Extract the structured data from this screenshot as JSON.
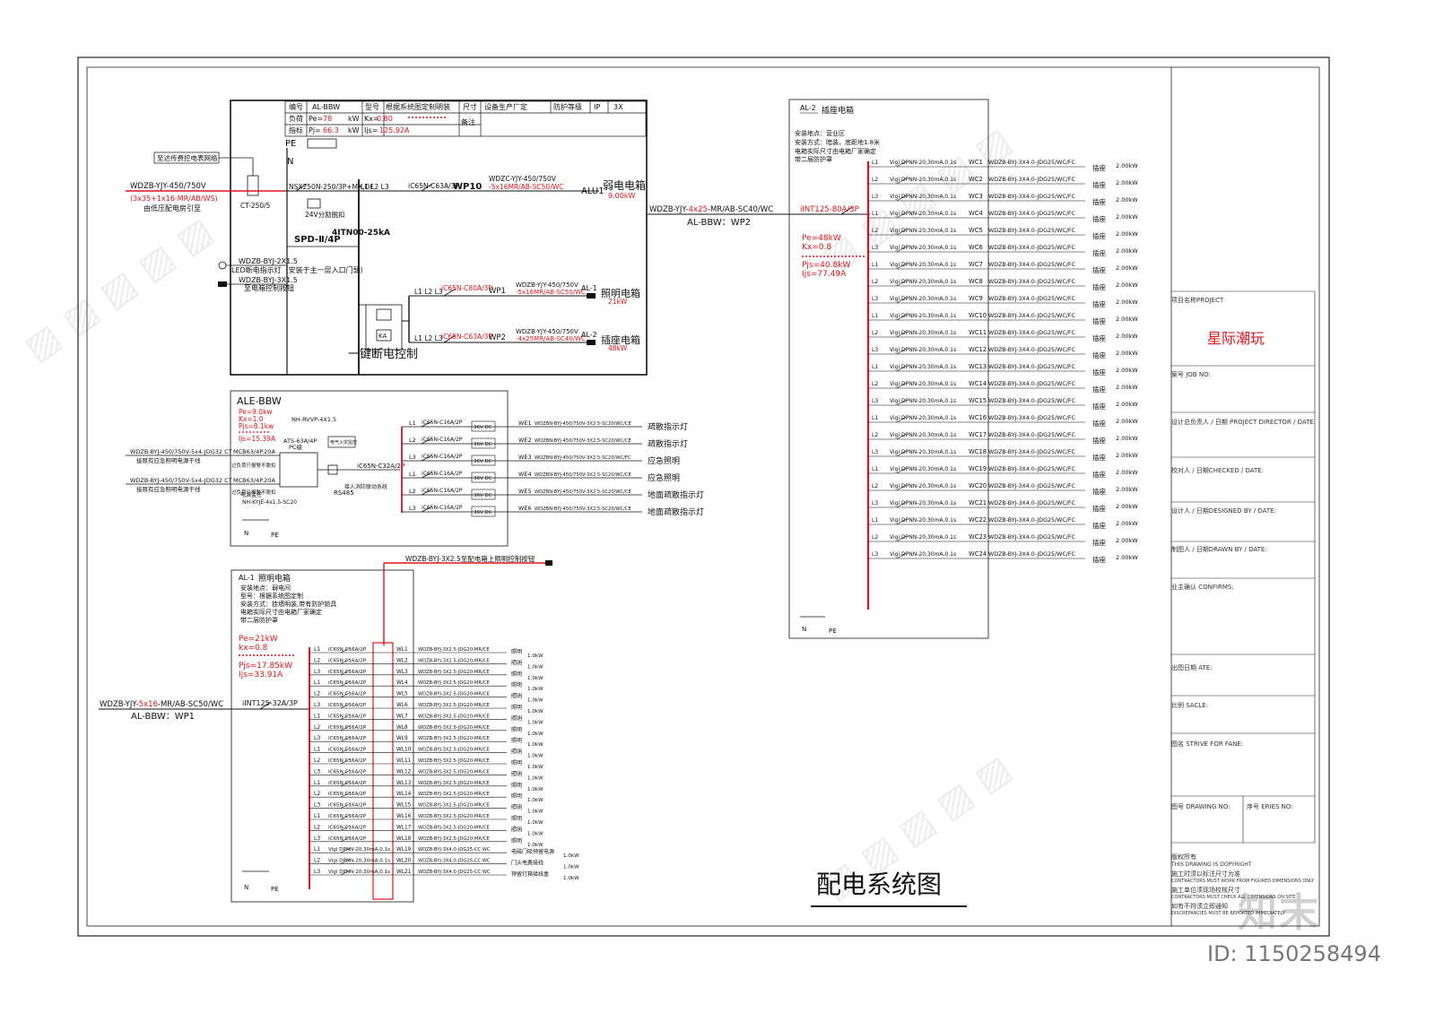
{
  "drawing_title": "配电系统图",
  "project_name": "星际潮玩",
  "id_line": "ID: 1150258494",
  "brand_mark": "知末",
  "colors": {
    "red": "#e0141a",
    "line": "#111111"
  },
  "title_block": {
    "project_label": "项目名称PROJECT",
    "job_label": "案号 JOB NO:",
    "director_label": "设计总负责人 / 日期 PROJECT DIRECTOR / DATE:",
    "checked_label": "校对人 / 日期CHECKED / DATE:",
    "designed_label": "设计人 / 日期DESIGNED BY / DATE:",
    "drawn_label": "制图人 / 日期DRAWN BY / DATE:",
    "confirm_label": "业主确认 CONFIRMS:",
    "date_label": "出图日期 ATE:",
    "scale_label": "比例 SACLE:",
    "name_label": "图名 STRIVE FOR FANE:",
    "drawing_no_label": "图号 DRAWING NO:",
    "series_label": "序号 ERIES NO:",
    "copyright": [
      "版权所有",
      "THIS DRAWING IS DOPYRIGHT",
      "施工时须以标注尺寸为准",
      "CONTRACTORS MUST WORK FROM FIGURED DIMENSIONS ONLY",
      "施工单位须现场校核尺寸",
      "CONTRACTORS MUST CHECK ALL DIMENSIONS ON SITE",
      "如有不符须立即通知",
      "DISCREPANCIES MUST BE REPORTED IMMEDIATELY"
    ]
  },
  "main_panel": {
    "table_row1": [
      "编号",
      "AL-BBW",
      "型号",
      "根据系统图定制明装",
      "尺寸",
      "设备生产厂定",
      "防护等级",
      "IP",
      "3X"
    ],
    "table_row2": [
      "负荷",
      "Pe=",
      "78",
      "kW",
      "Kx=",
      "0.80",
      "备注"
    ],
    "table_row3": [
      "指标",
      "Pj=",
      "66.3",
      "kW",
      "Ijs=",
      "125.92A"
    ],
    "pe_label": "PE",
    "n_label": "N",
    "meter_label": "至达传费控电表网络",
    "feeder_cable": "WDZB-YJY-450/750V",
    "feeder_size": "(3x35+1x16-MR/AB/WS)",
    "feeder_note": "由低压配电房引至",
    "ct_label": "CT-250/5",
    "main_breaker": "NSX250N-250/3P+MX,OF",
    "busbar": "L1 L2 L3",
    "relay_label": "24V分励脱扣",
    "spd_label": "SPD-Ⅱ/4P",
    "spd_rating": "4ITN00-25kA",
    "led_note": "LED断电指示灯（安装于主一层入口门頭）",
    "led_cable": "WDZB-BYJ-2X1.5",
    "ctrl_cable": "WDZB-BYJ-3X1.5",
    "ctrl_note": "至电箱控制按钮",
    "ka_label": "KA",
    "one_key": "一键断电控制",
    "weak_breaker": "iC65N-C63A/3P",
    "weak_circuit": "WP10",
    "weak_cable": "WDZC-YJY-450/750V",
    "weak_size": "-5x16MR/AB-SC50/WC",
    "weak_name": "ALU1",
    "weak_box": "弱电电箱",
    "weak_kw": "9.00kW",
    "wp1_phases": "L1 L2 L3",
    "wp1_breaker": "iC65N-C80A/3P",
    "wp1_circuit": "WP1",
    "wp1_cable": "WDZB-YJY-450/750V",
    "wp1_size": "-5x16MR/AB-SC50/WC",
    "wp1_name": "AL-1",
    "wp1_box": "照明电箱",
    "wp1_kw": "21kW",
    "wp2_phases": "L1 L2 L3",
    "wp2_breaker": "iC65N-C63A/3P",
    "wp2_circuit": "WP2",
    "wp2_cable": "WDZB-YJY-450/750V",
    "wp2_size": "-4x25MR/AB-SC40/WC",
    "wp2_name": "AL-2",
    "wp2_box": "插座电箱",
    "wp2_kw": "48kW"
  },
  "ale_panel": {
    "title": "ALE-BBW",
    "pe": "Pe=9.0kw",
    "kx": "Kx=1.0",
    "pjs": "Pjs=8.1kw",
    "ijs": "Ijs=15.39A",
    "nh_cable": "NH-RVVP-4X1.5",
    "ats": "ATS-63A/4P",
    "ats_class": "PC级",
    "fire_note": "电气火灾监控",
    "feed1": "WDZB-BYJ-450/750V-5x4-JDG32 CT",
    "feed1_note": "接原有应急照明电源干线",
    "feed2": "WDZB-BYJ-450/750V-5x4-JDG32 CT",
    "feed2_note": "接原有应急照明电源干线",
    "mcb1": "MCB63/4P.20A",
    "mcb2": "MCB63/4P.20A",
    "mcb_note1": "过负荷只报警不脱扣",
    "mcb_note2": "过负荷只报警不脱扣",
    "dc_breaker": "iC65N-C32A/2P",
    "fire_sys": "接入消防联动系统",
    "rs485": "RS485",
    "monitor": "电源监控",
    "nh2": "NH-KYJE-4x1.5-SC20",
    "n_label": "N",
    "pe_label": "PE",
    "circuits": [
      {
        "ph": "L1",
        "brk": "iC65N-C16A/2P",
        "dc": "36V DC",
        "id": "WE1",
        "cable": "WDZBN-BYJ-450/750V-3X2.5-SC20/WC/CE",
        "name": "疏散指示灯"
      },
      {
        "ph": "L2",
        "brk": "iC65N-C16A/2P",
        "dc": "36V DC",
        "id": "WE2",
        "cable": "WDZBN-BYJ-450/750V-3X2.5-SC20/WC/CE",
        "name": "疏散指示灯"
      },
      {
        "ph": "L3",
        "brk": "iC65N-C16A/2P",
        "dc": "36V DC",
        "id": "WE3",
        "cable": "WDZBN-BYJ-450/750V-3X2.5-SC20/WC/FC",
        "name": "应急照明"
      },
      {
        "ph": "L1",
        "brk": "iC65N-C16A/2P",
        "dc": "36V DC",
        "id": "WE4",
        "cable": "WDZBN-BYJ-450/750V-3X2.5-SC20/WC/CE",
        "name": "应急照明"
      },
      {
        "ph": "L2",
        "brk": "iC65N-C16A/2P",
        "dc": "36V DC",
        "id": "WE5",
        "cable": "WDZBN-BYJ-450/750V-3X2.5-SC20/WC/CE",
        "name": "地面疏散指示灯"
      },
      {
        "ph": "L3",
        "brk": "iC65N-C16A/2P",
        "dc": "36V DC",
        "id": "WE6",
        "cable": "WDZBN-BYJ-450/750V-3X2.5-SC20/WC/CE",
        "name": "地面疏散指示灯"
      }
    ]
  },
  "al1_panel": {
    "title_id": "AL-1",
    "title": "照明电箱",
    "ctrl_cable": "WDZB-BYJ-3X2.5至配电箱上照明控制按钮",
    "info": [
      "安装地点：弱电间",
      "型号：根据系统图定制",
      "安装方式：挂墙明装,带有防护锁具",
      "电箱实际尺寸由电箱厂家确定",
      "带二层防护罩"
    ],
    "pe": "Pe=21kW",
    "kx": "kx=0.8",
    "pjs": "Pjs=17.85kW",
    "ijs": "Ijs=33.91A",
    "feed_cable_a": "WDZB-YJY-",
    "feed_cable_b": "5x16",
    "feed_cable_c": "-MR/AB-SC50/WC",
    "feed_from": "AL-BBW：WP1",
    "main_breaker": "iINT125-32A/3P",
    "n_label": "N",
    "pe_label": "PE",
    "circuits": [
      {
        "ph": "L1",
        "brk": "iC65N C16A/2P",
        "id": "WL1",
        "cable": "WDZB-BYJ-3X2.5-JDG20-MR/CE",
        "name": "照明",
        "kw": "1.0kW"
      },
      {
        "ph": "L2",
        "brk": "iC65N C16A/2P",
        "id": "WL2",
        "cable": "WDZB-BYJ-3X2.5-JDG20-MR/CE",
        "name": "照明",
        "kw": "1.0kW"
      },
      {
        "ph": "L3",
        "brk": "iC65N C16A/2P",
        "id": "WL3",
        "cable": "WDZB-BYJ-3X2.5-JDG20-MR/CE",
        "name": "照明",
        "kw": "1.0kW"
      },
      {
        "ph": "L1",
        "brk": "iC65N C16A/2P",
        "id": "WL4",
        "cable": "WDZB-BYJ-3X2.5-JDG20-MR/CE",
        "name": "照明",
        "kw": "1.0kW"
      },
      {
        "ph": "L2",
        "brk": "iC65N C16A/2P",
        "id": "WL5",
        "cable": "WDZB-BYJ-3X2.5-JDG20-MR/CE",
        "name": "照明",
        "kw": "1.0kW"
      },
      {
        "ph": "L3",
        "brk": "iC65N C16A/2P",
        "id": "WL6",
        "cable": "WDZB-BYJ-3X2.5-JDG20-MR/CE",
        "name": "照明",
        "kw": "1.0kW"
      },
      {
        "ph": "L1",
        "brk": "iC65N C16A/2P",
        "id": "WL7",
        "cable": "WDZB-BYJ-3X2.5-JDG20-MR/CE",
        "name": "照明",
        "kw": "1.0kW"
      },
      {
        "ph": "L2",
        "brk": "iC65N C16A/2P",
        "id": "WL8",
        "cable": "WDZB-BYJ-3X2.5-JDG20-MR/CE",
        "name": "照明",
        "kw": "1.0kW"
      },
      {
        "ph": "L3",
        "brk": "iC65N C16A/2P",
        "id": "WL9",
        "cable": "WDZB-BYJ-3X2.5-JDG20-MR/CE",
        "name": "照明",
        "kw": "1.0kW"
      },
      {
        "ph": "L1",
        "brk": "iC65N C16A/2P",
        "id": "WL10",
        "cable": "WDZB-BYJ-3X2.5-JDG20-MR/CE",
        "name": "照明",
        "kw": "1.0kW"
      },
      {
        "ph": "L2",
        "brk": "iC65N C16A/2P",
        "id": "WL11",
        "cable": "WDZB-BYJ-3X2.5-JDG20-MR/CE",
        "name": "照明",
        "kw": "1.0kW"
      },
      {
        "ph": "L3",
        "brk": "iC65N C16A/2P",
        "id": "WL12",
        "cable": "WDZB-BYJ-3X2.5-JDG20-MR/CE",
        "name": "照明",
        "kw": "1.0kW"
      },
      {
        "ph": "L1",
        "brk": "iC65N C16A/2P",
        "id": "WL13",
        "cable": "WDZB-BYJ-3X2.5-JDG20-MR/CE",
        "name": "照明",
        "kw": "1.0kW"
      },
      {
        "ph": "L2",
        "brk": "iC65N C16A/2P",
        "id": "WL14",
        "cable": "WDZB-BYJ-3X2.5-JDG20-MR/CE",
        "name": "照明",
        "kw": "1.0kW"
      },
      {
        "ph": "L3",
        "brk": "iC65N C16A/2P",
        "id": "WL15",
        "cable": "WDZB-BYJ-3X2.5-JDG20-MR/CE",
        "name": "照明",
        "kw": "1.0kW"
      },
      {
        "ph": "L1",
        "brk": "iC65N C16A/2P",
        "id": "WL16",
        "cable": "WDZB-BYJ-3X2.5-JDG20-MR/CE",
        "name": "照明",
        "kw": "1.0kW"
      },
      {
        "ph": "L2",
        "brk": "iC65N C16A/2P",
        "id": "WL17",
        "cable": "WDZB-BYJ-3X2.5-JDG20-MR/CE",
        "name": "照明",
        "kw": "1.0kW"
      },
      {
        "ph": "L3",
        "brk": "iC65N C16A/2P",
        "id": "WL18",
        "cable": "WDZB-BYJ-3X2.5-JDG20-MR/CE",
        "name": "照明",
        "kw": "1.0kW"
      },
      {
        "ph": "L1",
        "brk": "Vigi DPNN-20,30mA,0.1s",
        "id": "WL19",
        "cable": "WDZB-BYJ-3X4.0-JDG25-CC WC",
        "name": "电磁门吸预留电源",
        "kw": "1.0kW"
      },
      {
        "ph": "L2",
        "brk": "Vigi DPNN-20,30mA,0.1s",
        "id": "WL20",
        "cable": "WDZB-BYJ-3X4.0-JDG25-CC WC",
        "name": "门头电费接线",
        "kw": "1.0kW"
      },
      {
        "ph": "L3",
        "brk": "Vigi DPNN-20,30mA,0.1s",
        "id": "WL21",
        "cable": "WDZB-BYJ-3X4.0-JDG25-CC WC",
        "name": "预留灯箱接线盒",
        "kw": "1.0kW"
      }
    ]
  },
  "al2_panel": {
    "title_id": "AL-2",
    "title": "插座电箱",
    "info": [
      "安装地点：营业区",
      "安装方式：暗装，底距地1.8米",
      "电箱实际尺寸由电箱厂家确定",
      "带二层防护罩"
    ],
    "feed_cable_a": "WDZB-YJY-",
    "feed_cable_b": "4x25",
    "feed_cable_c": "-MR/AB-SC40/WC",
    "feed_from": "AL-BBW：WP2",
    "main_breaker": "iINT125-80A/3P",
    "pe": "Pe=48kW",
    "kx": "Kx=0.8",
    "pjs": "Pjs=40.8kW",
    "ijs": "Ijs=77.49A",
    "n_label": "N",
    "pe_label": "PE",
    "brk": "Vigi DPNN-20,30mA,0.1s",
    "cable": "WDZB-BYJ-3X4.0-JDG25/WC/FC",
    "load_name": "插座",
    "load_kw": "2.00kW",
    "circuits": [
      {
        "ph": "L1",
        "id": "WC1"
      },
      {
        "ph": "L2",
        "id": "WC2"
      },
      {
        "ph": "L3",
        "id": "WC3"
      },
      {
        "ph": "L1",
        "id": "WC4"
      },
      {
        "ph": "L2",
        "id": "WC5"
      },
      {
        "ph": "L3",
        "id": "WC6"
      },
      {
        "ph": "L1",
        "id": "WC7"
      },
      {
        "ph": "L2",
        "id": "WC8"
      },
      {
        "ph": "L3",
        "id": "WC9"
      },
      {
        "ph": "L1",
        "id": "WC10"
      },
      {
        "ph": "L2",
        "id": "WC11"
      },
      {
        "ph": "L3",
        "id": "WC12"
      },
      {
        "ph": "L1",
        "id": "WC13"
      },
      {
        "ph": "L2",
        "id": "WC14"
      },
      {
        "ph": "L3",
        "id": "WC15"
      },
      {
        "ph": "L1",
        "id": "WC16"
      },
      {
        "ph": "L2",
        "id": "WC17"
      },
      {
        "ph": "L3",
        "id": "WC18"
      },
      {
        "ph": "L1",
        "id": "WC19"
      },
      {
        "ph": "L2",
        "id": "WC20"
      },
      {
        "ph": "L3",
        "id": "WC21"
      },
      {
        "ph": "L1",
        "id": "WC22"
      },
      {
        "ph": "L2",
        "id": "WC23"
      },
      {
        "ph": "L3",
        "id": "WC24"
      }
    ]
  }
}
